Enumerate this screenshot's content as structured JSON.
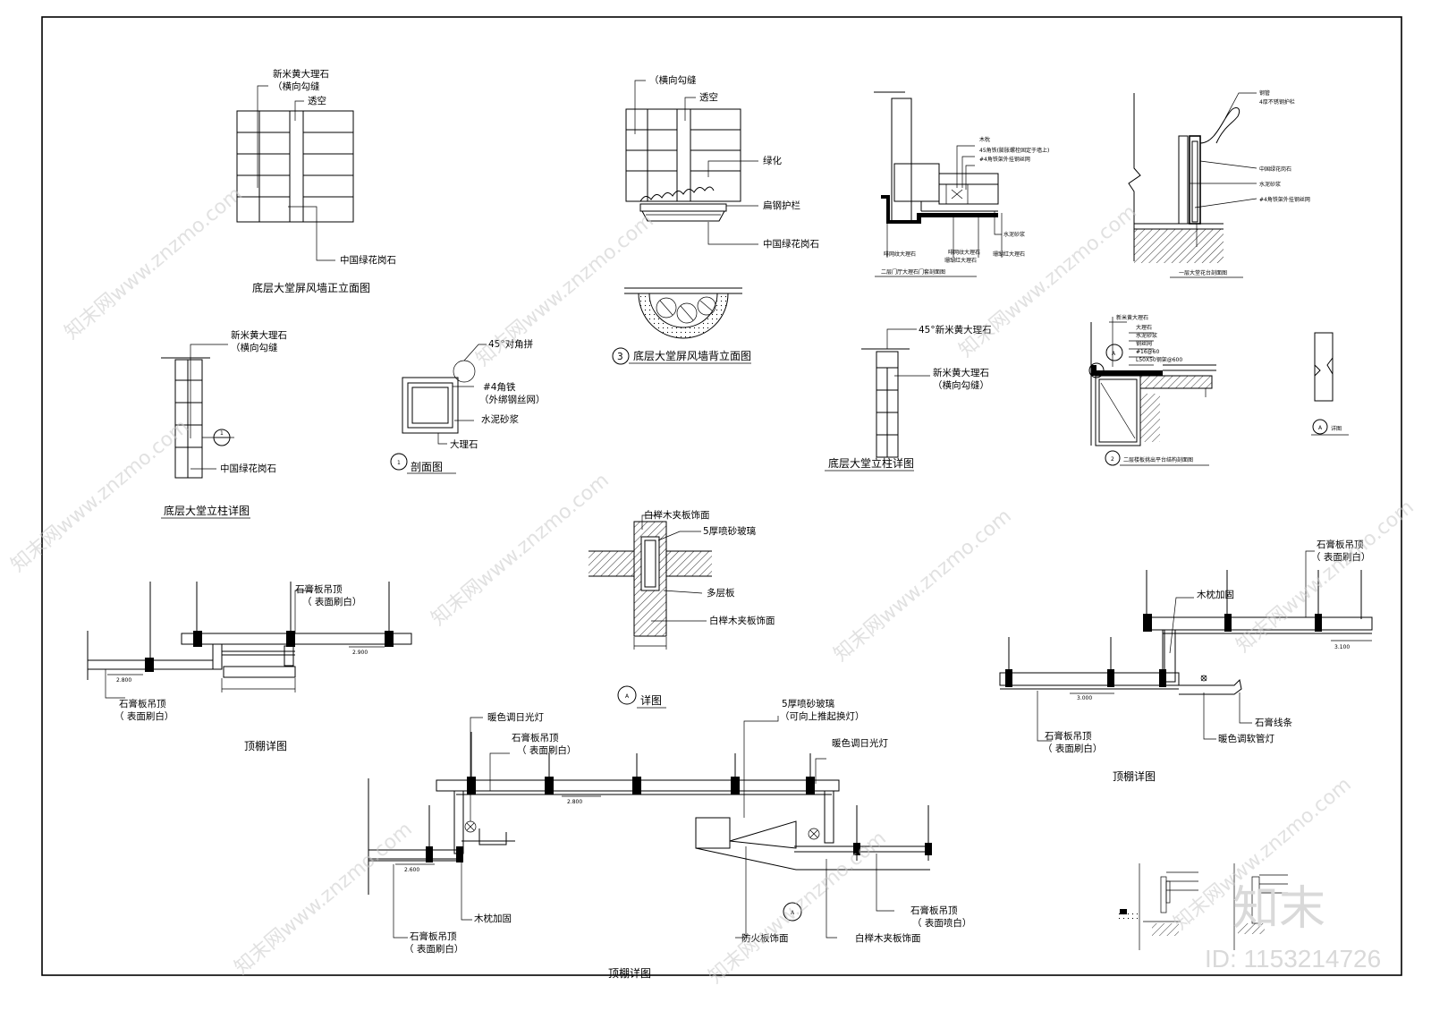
{
  "drawing": {
    "d1": {
      "title": "底层大堂屏风墙正立面图",
      "l1": "新米黄大理石",
      "l2": "（横向勾缝",
      "l3": "透空",
      "l4": "中国绿花岗石"
    },
    "d2": {
      "l1": "（横向勾缝",
      "l2": "透空",
      "l3": "绿化",
      "l4": "扁钢护栏",
      "l5": "中国绿花岗石",
      "mark": "3",
      "title": "底层大堂屏风墙背立面图"
    },
    "d3": {
      "title": "二层门厅大理石门套剖面图",
      "l1": "木枕",
      "l2": "45角铁(膨胀螺栓固定于墙上)",
      "l3": "#4角铁架外挂钢丝网",
      "l4": "水泥砂浆",
      "l5": "啡网纹大理石",
      "l6": "啡网纹大理石",
      "l7": "珊瑚红大理石",
      "l8": "珊瑚红大理石"
    },
    "d4": {
      "title": "一层大堂花台剖面图",
      "l1": "钢管",
      "l2": "4厚不锈钢护栏",
      "l3": "中国绿花岗石",
      "l4": "水泥砂浆",
      "l5": "#4角铁架外挂钢丝网"
    },
    "d5": {
      "title": "底层大堂立柱详图",
      "l1": "新米黄大理石",
      "l2": "（横向勾缝",
      "l3": "中国绿花岗石",
      "mark": "1"
    },
    "d6": {
      "title": "剖面图",
      "mark": "1",
      "l1": "45°对角拼",
      "l2": "#4角铁",
      "l3": "（外绑钢丝网）",
      "l4": "水泥砂浆",
      "l5": "大理石"
    },
    "d7": {
      "title": "底层大堂立柱详图",
      "l1": "45°新米黄大理石",
      "l2": "新米黄大理石",
      "l3": "（横向勾缝）"
    },
    "d8": {
      "title": "二层楼板挑出平台结构剖面图",
      "mark": "2",
      "tag": "A",
      "l1": "新米黄大理石",
      "l2": "大理石",
      "l3": "水泥砂浆",
      "l4": "钢丝网",
      "l5": "#16@60",
      "l6": "L50X50钢架@600"
    },
    "d9": {
      "title": "详图",
      "mark": "A"
    },
    "d10": {
      "title": "详图",
      "mark": "A",
      "l1": "白榉木夹板饰面",
      "l2": "5厚喷砂玻璃",
      "l3": "多层板",
      "l4": "白榉木夹板饰面"
    },
    "d11": {
      "title": "顶棚详图",
      "l1": "石膏板吊顶",
      "l2": "（ 表面刷白）",
      "l3": "石膏板吊顶",
      "l4": "（ 表面刷白）",
      "e1": "2.900",
      "e2": "2.800"
    },
    "d12": {
      "title": "顶棚详图",
      "l1": "石膏板吊顶",
      "l2": "（ 表面刷白）",
      "l3": "木枕加固",
      "l4": "石膏线条",
      "l5": "暖色调软管灯",
      "l6": "石膏板吊顶",
      "l7": "（ 表面刷白）",
      "e1": "3.100",
      "e2": "3.000"
    },
    "d13": {
      "title": "顶棚详图",
      "l1": "暖色调日光灯",
      "l2": "石膏板吊顶",
      "l3": "（ 表面刷白）",
      "l4": "5厚喷砂玻璃",
      "l5": "（可向上推起换灯）",
      "l6": "暖色调日光灯",
      "l7": "木枕加固",
      "l8": "石膏板吊顶",
      "l9": "（ 表面刷白）",
      "l10": "防火板饰面",
      "l11": "白榉木夹板饰面",
      "l12": "石膏板吊顶",
      "l13": "（ 表面喷白）",
      "e1": "2.800",
      "e2": "2.600",
      "mark": "A"
    }
  },
  "watermark": {
    "site": "知末网www.znzmo.com",
    "brand": "知末",
    "id": "ID: 1153214726"
  }
}
